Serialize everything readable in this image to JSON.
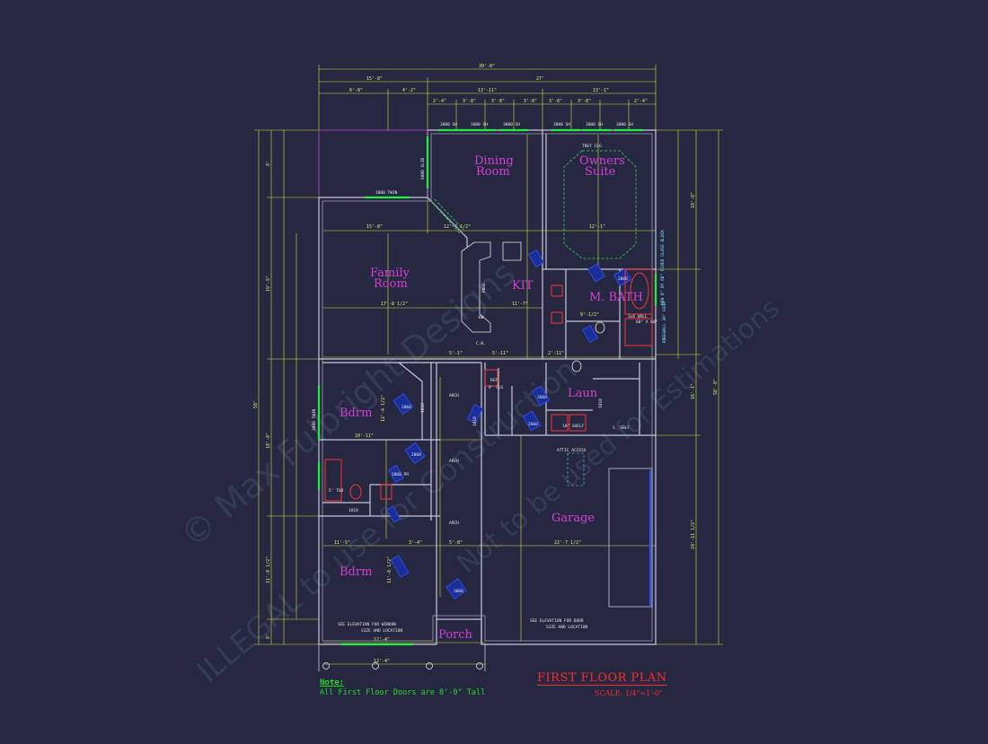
{
  "rooms": {
    "dining_line1": "Dining",
    "dining_line2": "Room",
    "owners_line1": "Owners",
    "owners_line2": "Suite",
    "family_line1": "Family",
    "family_line2": "Room",
    "kit": "KIT",
    "mbath": "M. BATH",
    "laun": "Laun",
    "bdrm_upper": "Bdrm",
    "bdrm_lower": "Bdrm",
    "garage": "Garage",
    "porch": "Porch"
  },
  "dimensions": {
    "overall_width": "39'-8\"",
    "left_width_top": "15'-8\"",
    "right_width_top": "27'",
    "seg_6_8": "6'-8\"",
    "seg_4_2": "4'-2\"",
    "seg_13_11": "13'-11\"",
    "seg_13_1": "13'-1\"",
    "seg_a": "2'-4\"",
    "seg_b": "3'-8\"",
    "seg_c": "3'-8\"",
    "seg_d": "3'-8\"",
    "seg_e": "3'-8\"",
    "seg_f": "3'-8\"",
    "seg_g": "2'-4\"",
    "overall_depth_left": "58'",
    "overall_depth_right": "58'-8\"",
    "seg_left_1": "8'",
    "seg_left_2": "19'-5\"",
    "seg_left_3": "18'-8\"",
    "seg_left_4": "11'-8 1/2\"",
    "seg_left_5": "8'",
    "seg_right_1": "18'-8\"",
    "seg_right_2": "16'-1\"",
    "seg_right_3": "24'-11 1/2\"",
    "dining_width": "12'-4 1/2\"",
    "family_width": "15'-8\"",
    "family_depth": "17'-8 1/2\"",
    "owners_width": "12'-1\"",
    "kit_width": "11'-7\"",
    "bdrm_upper_width": "10'-11\"",
    "bdrm_upper_depth": "12'-4 1/2\"",
    "bdrm_lower_width": "11'-5\"",
    "bdrm_lower_depth": "11'-8 1/2\"",
    "garage_width": "22'-7 1/2\"",
    "porch_width": "12'-4\"",
    "porch_seg": "12'-4\"",
    "mbath_seg": "9'-1/2\"",
    "seg_5_8": "5'-8\"",
    "seg_3_4": "3'-4\"",
    "seg_5_11": "5'-11\"",
    "seg_5_1": "5'-1\"",
    "seg_2_11": "2'-11\""
  },
  "tags": {
    "win_3080_sh_1": "3080 SH",
    "win_3080_sh_2": "3080 SH",
    "win_3080_sh_3": "3080 SH",
    "win_3080_sh_4": "3080 SH",
    "win_3080_sh_5": "3080 SH",
    "win_3080_sh_6": "3080 SH",
    "win_3080_twin_family": "3080 TWIN",
    "win_3080_twin_bdrm": "3080 TWIN",
    "win_6080_slid": "6080 SLID",
    "trey_clg": "TREY CLG",
    "fixed_glass": "NEW 8\" BY 60\" FIXED GLASS BLOCK",
    "knee_wall": "KNEEWALL 36\" HIGH",
    "tub_label": "60\" X 60\"",
    "sv_wall": "3x6 WALL",
    "ref": "REF",
    "clg": "8' CLG",
    "arch1": "ARCH",
    "arch2": "ARCH",
    "arch3": "ARCH",
    "ten_shelf": "10\" SHELF",
    "shelf": "S. SHLF",
    "attic": "ATTIC ACCESS",
    "see_elev_window": "SEE ELEVATION FOR WINDOW",
    "size_location_1": "SIZE AND LOCATION",
    "see_elev_door": "SEE ELEVATION FOR DOOR",
    "size_location_2": "SIZE AND LOCATION",
    "five_tub": "5' TUB",
    "d2068_1": "2068",
    "d2068_2": "2068",
    "d2668_1": "2668",
    "d2668_2": "2668",
    "d2868": "2868",
    "d3068": "3068",
    "d2068_pair": "2068 PR",
    "d1818_1": "1818",
    "d1818_2": "1818",
    "d1818_3": "1818",
    "d1818_4": "1818",
    "range": "RNGE",
    "dw": "DW",
    "cw": "C.W."
  },
  "watermark": {
    "line1": "© Max Fulbright Designs",
    "line2": "ILLEGAL to use for Construction",
    "line3": "Not to be used for Estimations"
  },
  "title": {
    "main": "FIRST FLOOR PLAN",
    "scale": "SCALE: 1/4\"=1'-0\""
  },
  "note": {
    "title": "Note:",
    "text": "All First Floor Doors are 8'-0\" Tall"
  },
  "colors": {
    "background": "#252840",
    "walls": "#c8c8d8",
    "dimensions": "#d9e63a",
    "room_labels": "#d63fd6",
    "windows": "#22ee44",
    "doors": "#3350ff",
    "fixtures": "#ff3030",
    "title": "#ff2a2a",
    "note": "#22dd22"
  }
}
